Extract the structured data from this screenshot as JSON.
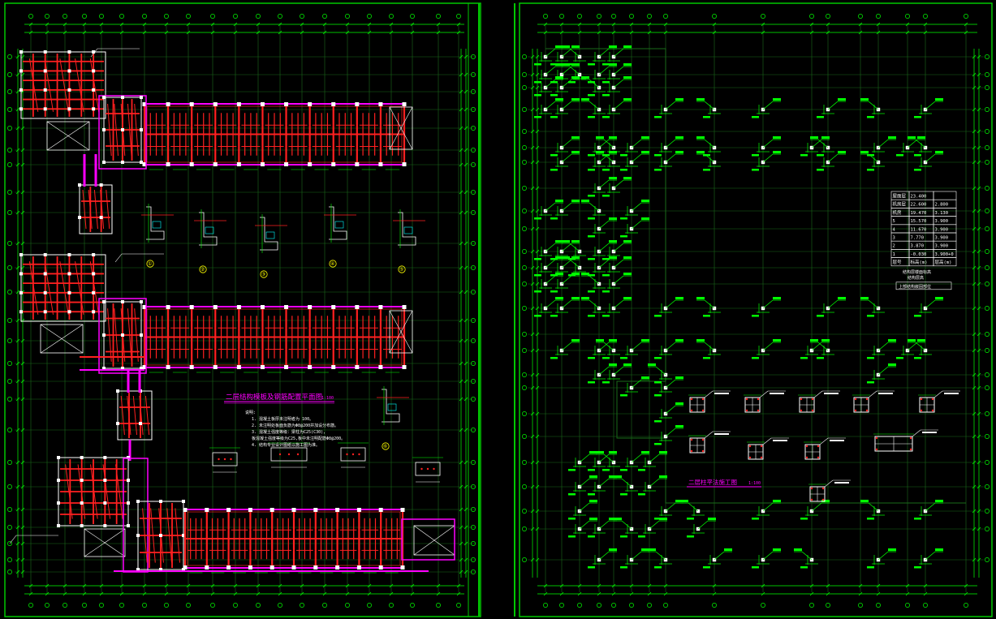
{
  "colors": {
    "background": "#000000",
    "grid": "#1a6b1a",
    "frame": "#00c800",
    "wall": "#ff00ff",
    "beam": "#ff2020",
    "column": "#ffffff",
    "dimension": "#00ff00",
    "cyan": "#00ffff",
    "title": "#ff00ff",
    "notes": "#ffffff"
  },
  "left_sheet": {
    "title": "二层结构模板及钢筋配置平面图",
    "scale": "1:100",
    "notes_heading": "说明:",
    "notes": [
      "1. 混凝土板厚未注明者为 100。",
      "2. 未注明处板面负筋为Φ8@200并加设分布筋。",
      "3. 混凝土强度等级：梁柱为C25(C30),",
      "   板混凝土强度等级为C25,板中未注明配筋Φ8@200。",
      "4. 结构专业设计图纸以施工图为准。"
    ],
    "callouts": [
      "①",
      "②",
      "③",
      "④",
      "⑤",
      "⑥"
    ]
  },
  "right_sheet": {
    "title": "二层柱平法施工图",
    "scale": "1:100",
    "floor_table": {
      "rows": [
        [
          "屋面层",
          "23.400",
          ""
        ],
        [
          "机房层",
          "22.600",
          "2.800"
        ],
        [
          "机房",
          "19.470",
          "3.130"
        ],
        [
          "5",
          "15.570",
          "3.900"
        ],
        [
          "4",
          "11.670",
          "3.900"
        ],
        [
          "3",
          "7.770",
          "3.900"
        ],
        [
          "2",
          "3.870",
          "3.900"
        ],
        [
          "1",
          "-0.030",
          "3.900+0"
        ]
      ],
      "header": [
        "层号",
        "标高(m)",
        "层高(m)"
      ],
      "caption_1": "结构层楼面标高",
      "caption_2": "结构层高",
      "caption_3": "上部结构嵌固部位"
    }
  }
}
